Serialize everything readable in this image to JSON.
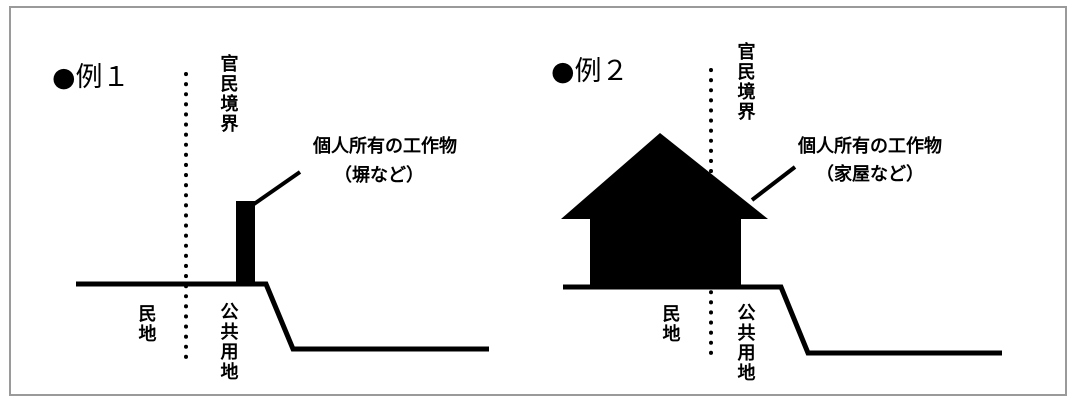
{
  "example1": {
    "title": "●例１",
    "boundary_label": "官民境界",
    "private_land_label": "民地",
    "public_land_label": "公共用地",
    "callout_line1": "個人所有の工作物",
    "callout_line2": "（塀など）"
  },
  "example2": {
    "title": "●例２",
    "boundary_label": "官民境界",
    "private_land_label": "民地",
    "public_land_label": "公共用地",
    "callout_line1": "個人所有の工作物",
    "callout_line2": "（家屋など）"
  },
  "colors": {
    "ink": "#000000",
    "frame": "#9a9a9a",
    "background": "#ffffff"
  }
}
